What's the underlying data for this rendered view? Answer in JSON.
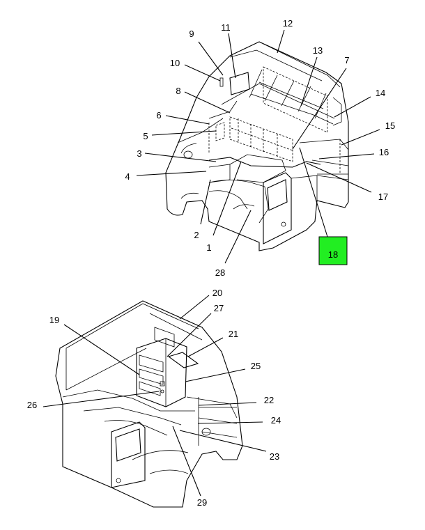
{
  "diagram": {
    "highlight_color": "#22ee22",
    "highlighted_callout": "18",
    "top_view_callouts": [
      "1",
      "2",
      "3",
      "4",
      "5",
      "6",
      "7",
      "8",
      "9",
      "10",
      "11",
      "12",
      "13",
      "14",
      "15",
      "16",
      "17",
      "18",
      "28"
    ],
    "bottom_view_callouts": [
      "19",
      "20",
      "21",
      "22",
      "23",
      "24",
      "25",
      "26",
      "27",
      "29"
    ]
  }
}
